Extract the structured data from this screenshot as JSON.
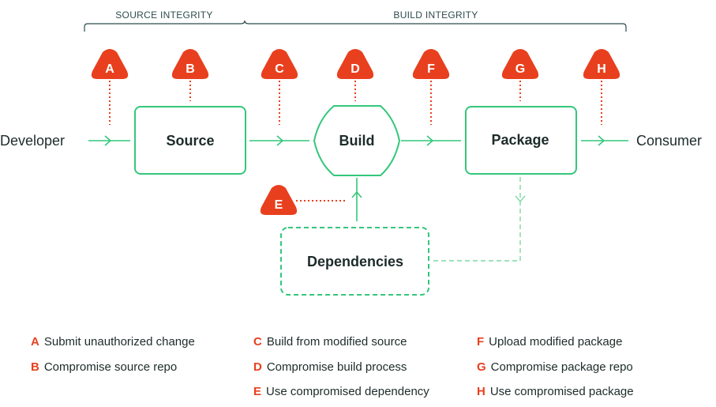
{
  "sections": {
    "source": "SOURCE INTEGRITY",
    "build": "BUILD INTEGRITY"
  },
  "nodes": {
    "developer": "Developer",
    "source": "Source",
    "build": "Build",
    "package": "Package",
    "consumer": "Consumer",
    "dependencies": "Dependencies"
  },
  "colors": {
    "threat": "#e8401e",
    "flow": "#34c77b",
    "dependency_flow": "#7dd9a5",
    "text": "#1d2b2a"
  },
  "threats": [
    {
      "letter": "A",
      "description": "Submit unauthorized change"
    },
    {
      "letter": "B",
      "description": "Compromise source repo"
    },
    {
      "letter": "C",
      "description": "Build from modified source"
    },
    {
      "letter": "D",
      "description": "Compromise build process"
    },
    {
      "letter": "E",
      "description": "Use compromised dependency"
    },
    {
      "letter": "F",
      "description": "Upload modified package"
    },
    {
      "letter": "G",
      "description": "Compromise package repo"
    },
    {
      "letter": "H",
      "description": "Use compromised package"
    }
  ]
}
